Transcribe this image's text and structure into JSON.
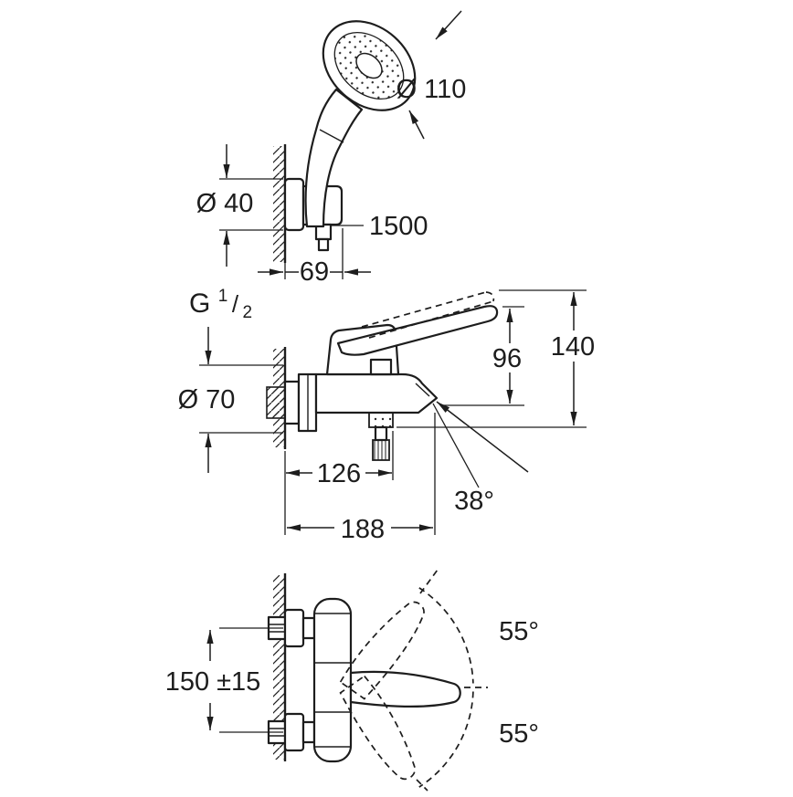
{
  "meta": {
    "background": "#ffffff",
    "ink": "#1d1d1d",
    "drawing_type": "bath-mixer-with-hand-shower-dimension-drawing"
  },
  "hand_shower_view": {
    "head_diameter": "Ø 110",
    "holder_diameter": "Ø 40",
    "hose_length": "1500",
    "wall_offset": "69"
  },
  "side_view": {
    "thread": {
      "prefix": "G",
      "numerator": "1",
      "slash": "/",
      "denominator": "2"
    },
    "escutcheon_diameter": "Ø 70",
    "spout_height": "96",
    "overall_height": "140",
    "spout_reach": "126",
    "spout_angle": "38°",
    "overall_depth": "188"
  },
  "front_view": {
    "supply_distance": "150 ±15",
    "lever_swing_up": "55°",
    "lever_swing_down": "55°"
  }
}
